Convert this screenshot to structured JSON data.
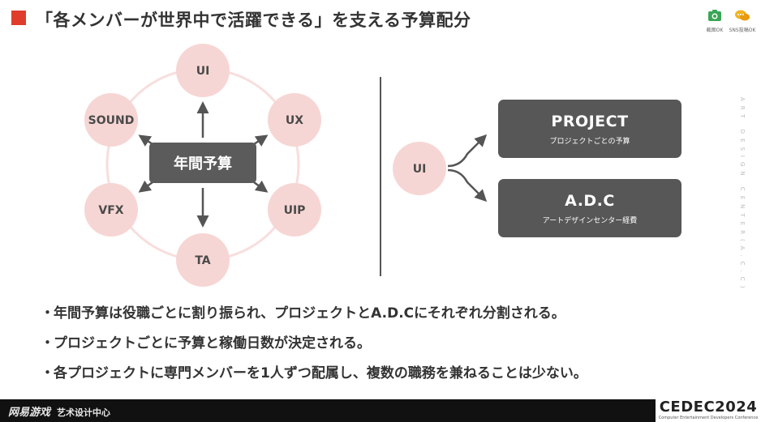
{
  "slide": {
    "title": "「各メンバーが世界中で活躍できる」を支える予算配分",
    "icons": [
      {
        "name": "camera-icon",
        "label": "截图OK"
      },
      {
        "name": "chat-icon",
        "label": "SNS投稿OK"
      }
    ],
    "vertical_text": "ART DESIGN CENTER(A.C.C)"
  },
  "left_diagram": {
    "center": "年間予算",
    "nodes": [
      "UI",
      "UX",
      "UIP",
      "TA",
      "VFX",
      "SOUND"
    ],
    "colors": {
      "node_fill": "#f6d6d4",
      "ring": "#f7dedd",
      "arrow": "#555555",
      "center_fill": "#5b5b5b"
    }
  },
  "right_diagram": {
    "source": "UI",
    "targets": [
      {
        "title": "PROJECT",
        "subtitle": "プロジェクトごとの予算"
      },
      {
        "title": "A.D.C",
        "subtitle": "アートデザインセンター経費"
      }
    ]
  },
  "bullets": [
    "年間予算は役職ごとに割り振られ、プロジェクトとA.D.Cにそれぞれ分割される。",
    "プロジェクトごとに予算と稼働日数が決定される。",
    "各プロジェクトに専門メンバーを1人ずつ配属し、複数の職務を兼ねることは少ない。"
  ],
  "footer": {
    "brand": "网易游戏",
    "brand_sub": "艺术设计中心",
    "cedec_logo": "CEDEC2024",
    "cedec_tagline": "Computer Entertainment Developers Conference"
  }
}
